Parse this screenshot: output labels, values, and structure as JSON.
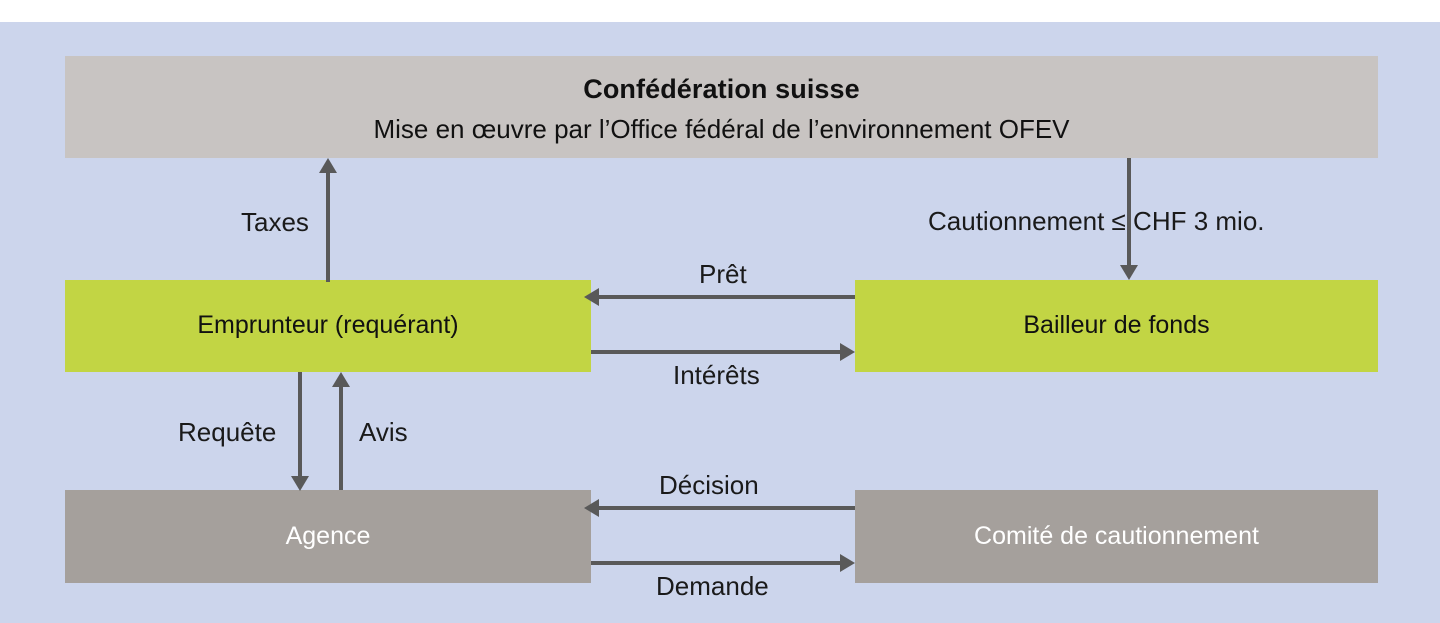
{
  "diagram": {
    "type": "flow-diagram",
    "background_color": "#ccd5ec",
    "colors": {
      "light_grey_node": "#c8c4c2",
      "green_node": "#c2d544",
      "dark_grey_node": "#a5a09c",
      "arrow": "#595959",
      "background": "#ccd5ec"
    },
    "nodes": {
      "confederation": {
        "title": "Confédération suisse",
        "subtitle": "Mise en œuvre par l’Office fédéral de l’environnement OFEV"
      },
      "emprunteur": {
        "label": "Emprunteur (requérant)"
      },
      "bailleur": {
        "label": "Bailleur de fonds"
      },
      "agence": {
        "label": "Agence"
      },
      "comite": {
        "label": "Comité de cautionnement"
      }
    },
    "edges": {
      "taxes": {
        "label": "Taxes",
        "from": "emprunteur",
        "to": "confederation",
        "direction": "up"
      },
      "cautionnement": {
        "label": "Cautionnement ≤ CHF 3 mio.",
        "from": "confederation",
        "to": "bailleur",
        "direction": "down"
      },
      "pret": {
        "label": "Prêt",
        "from": "bailleur",
        "to": "emprunteur",
        "direction": "left"
      },
      "interets": {
        "label": "Intérêts",
        "from": "emprunteur",
        "to": "bailleur",
        "direction": "right"
      },
      "requete": {
        "label": "Requête",
        "from": "emprunteur",
        "to": "agence",
        "direction": "down"
      },
      "avis": {
        "label": "Avis",
        "from": "agence",
        "to": "emprunteur",
        "direction": "up"
      },
      "decision": {
        "label": "Décision",
        "from": "comite",
        "to": "agence",
        "direction": "left"
      },
      "demande": {
        "label": "Demande",
        "from": "agence",
        "to": "comite",
        "direction": "right"
      }
    }
  }
}
